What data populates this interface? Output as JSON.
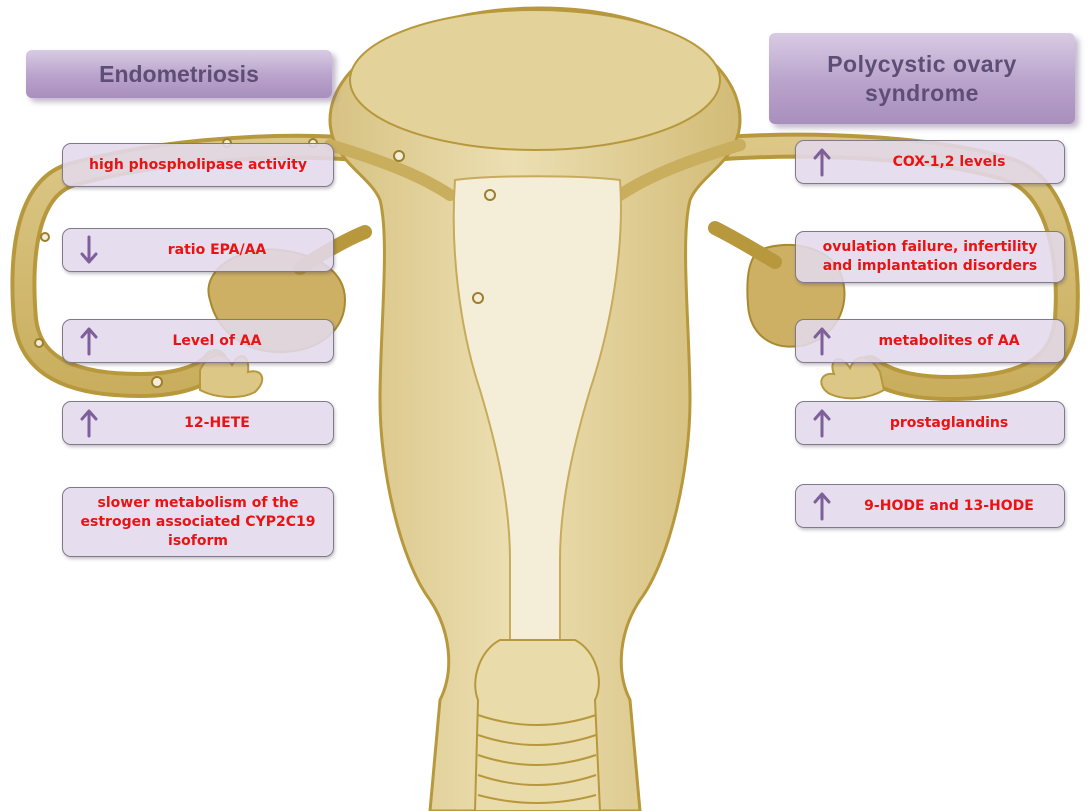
{
  "endometriosis": {
    "title": "Endometriosis",
    "items": [
      {
        "text": "high phospholipase activity",
        "arrow": "none"
      },
      {
        "text": "ratio EPA/AA",
        "arrow": "down"
      },
      {
        "text": "Level of AA",
        "arrow": "up"
      },
      {
        "text": "12-HETE",
        "arrow": "up"
      },
      {
        "text": "slower metabolism of the estrogen associated CYP2C19 isoform",
        "arrow": "none"
      }
    ]
  },
  "pcos": {
    "title": "Polycystic ovary syndrome",
    "items": [
      {
        "text": "COX-1,2 levels",
        "arrow": "up"
      },
      {
        "text": "ovulation failure, infertility and implantation disorders",
        "arrow": "none"
      },
      {
        "text": "metabolites of AA",
        "arrow": "up"
      },
      {
        "text": "prostaglandins",
        "arrow": "up"
      },
      {
        "text": "9-HODE and 13-HODE",
        "arrow": "up"
      }
    ]
  },
  "colors": {
    "label_text": "#e81313",
    "arrow": "#7d5f9a",
    "header_text": "#5e4d75",
    "anatomy_fill": "#e3d299",
    "anatomy_outline": "#b8983c",
    "cavity": "#f4eed9"
  },
  "icons": {
    "up": "up-arrow-icon",
    "down": "down-arrow-icon"
  }
}
